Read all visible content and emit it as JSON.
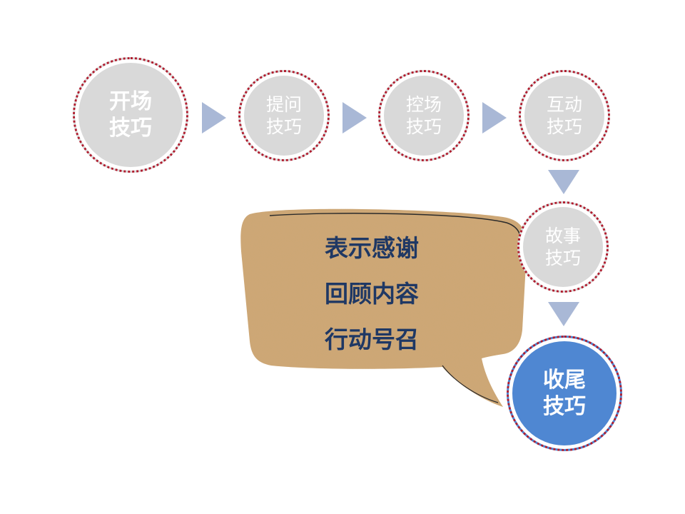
{
  "steps": [
    {
      "id": "opening",
      "label": "开场\n技巧",
      "state": "default"
    },
    {
      "id": "questioning",
      "label": "提问\n技巧",
      "state": "default"
    },
    {
      "id": "control",
      "label": "控场\n技巧",
      "state": "default"
    },
    {
      "id": "interaction",
      "label": "互动\n技巧",
      "state": "default"
    },
    {
      "id": "story",
      "label": "故事\n技巧",
      "state": "default"
    },
    {
      "id": "closing",
      "label": "收尾\n技巧",
      "state": "active"
    }
  ],
  "bubble": {
    "lines": [
      "表示感谢",
      "回顾内容",
      "行动号召"
    ]
  },
  "colors": {
    "node_fill": "#d9d9d9",
    "node_active_fill": "#4f87d2",
    "node_border": "#b01c2e",
    "arrow": "#a9b8d6",
    "bubble_text": "#1f3864",
    "bubble_fill": "#cfa776"
  }
}
